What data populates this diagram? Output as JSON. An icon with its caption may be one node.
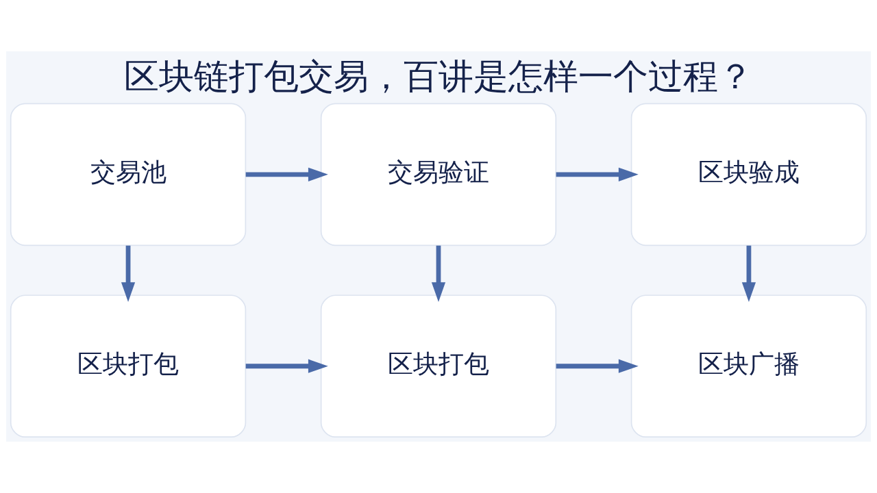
{
  "diagram": {
    "title": "区块链打包交易，百讲是怎样一个过程？",
    "nodes": [
      {
        "text": [
          "交易池"
        ]
      },
      {
        "text": [
          "交易验证"
        ]
      },
      {
        "text": [
          "区块验成"
        ]
      },
      {
        "text": [
          "区块打包"
        ]
      },
      {
        "text": [
          "区块打包"
        ]
      },
      {
        "text": [
          "区块广播"
        ]
      }
    ],
    "edges": [
      {
        "from": 0,
        "to": 1,
        "arrow": "to"
      },
      {
        "from": 1,
        "to": 2,
        "arrow": "to"
      },
      {
        "from": 0,
        "to": 3,
        "arrow": "to"
      },
      {
        "from": 1,
        "to": 4,
        "arrow": "to"
      },
      {
        "from": 2,
        "to": 5,
        "arrow": "to"
      },
      {
        "from": 3,
        "to": 4,
        "arrow": "to"
      },
      {
        "from": 4,
        "to": 5,
        "arrow": "to"
      }
    ]
  }
}
